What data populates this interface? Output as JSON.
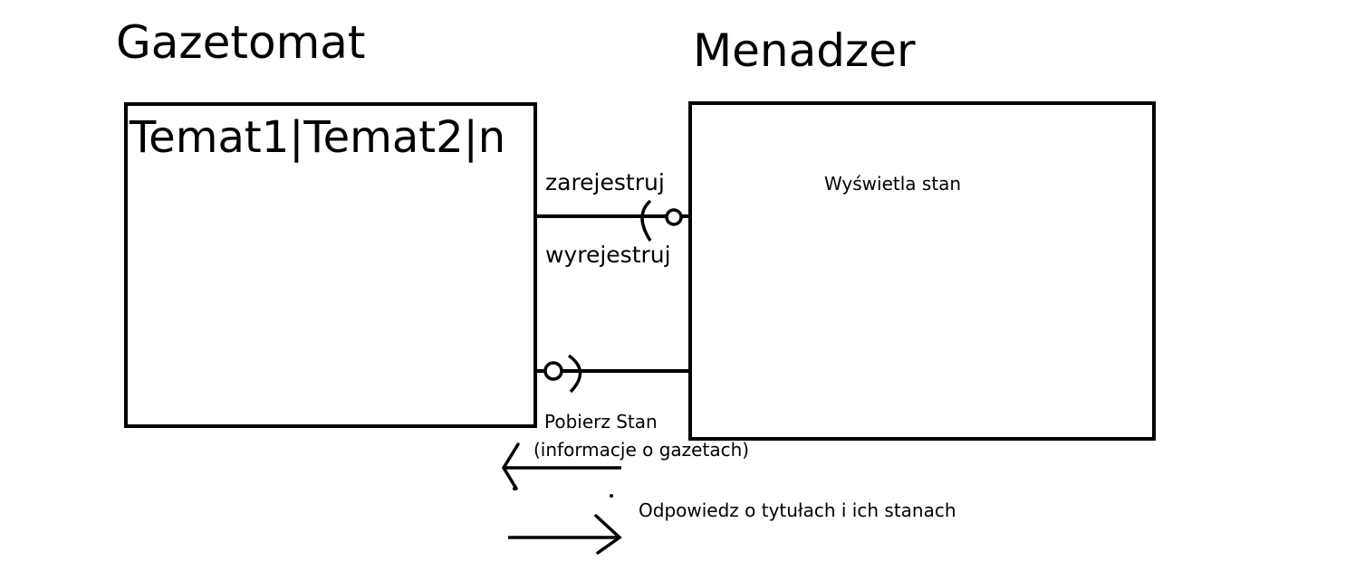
{
  "components": {
    "gazetomat": {
      "title": "Gazetomat",
      "topics": "Temat1|Temat2|n"
    },
    "menadzer": {
      "title": "Menadzer",
      "inner_text": "Wyświetla stan"
    }
  },
  "interfaces": {
    "register": "zarejestruj",
    "unregister": "wyrejestruj",
    "get_state_line1": "Pobierz Stan",
    "get_state_line2": "(informacje o gazetach)",
    "response": "Odpowiedz o tytułach i ich stanach"
  },
  "style": {
    "ink_color": "#000000",
    "background": "#ffffff"
  }
}
